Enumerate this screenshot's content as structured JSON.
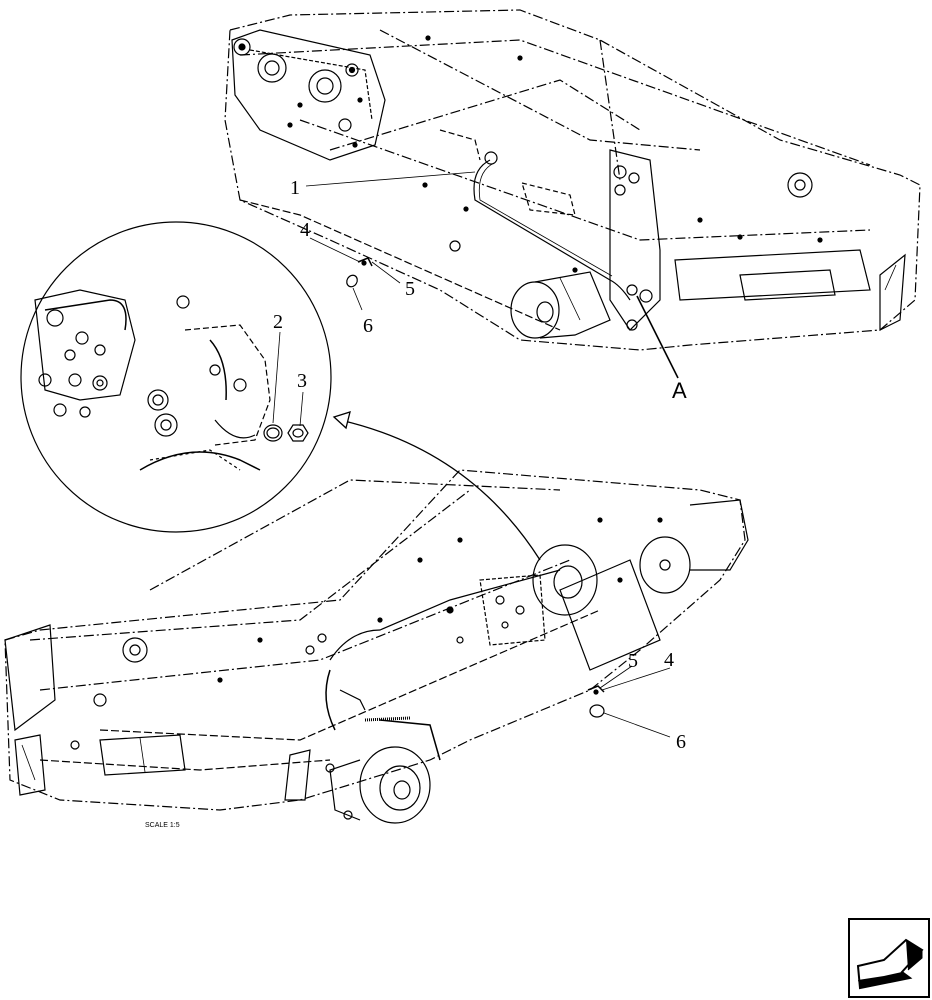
{
  "callouts": {
    "c1": "1",
    "c2": "2",
    "c3": "3",
    "c4_top": "4",
    "c5_top": "5",
    "c6_top": "6",
    "c4_bottom": "4",
    "c5_bottom": "5",
    "c6_bottom": "6",
    "detail_a": "A"
  },
  "scale_label": "SCALE   1:5",
  "nav_button": {
    "icon": "arrow-icon"
  }
}
